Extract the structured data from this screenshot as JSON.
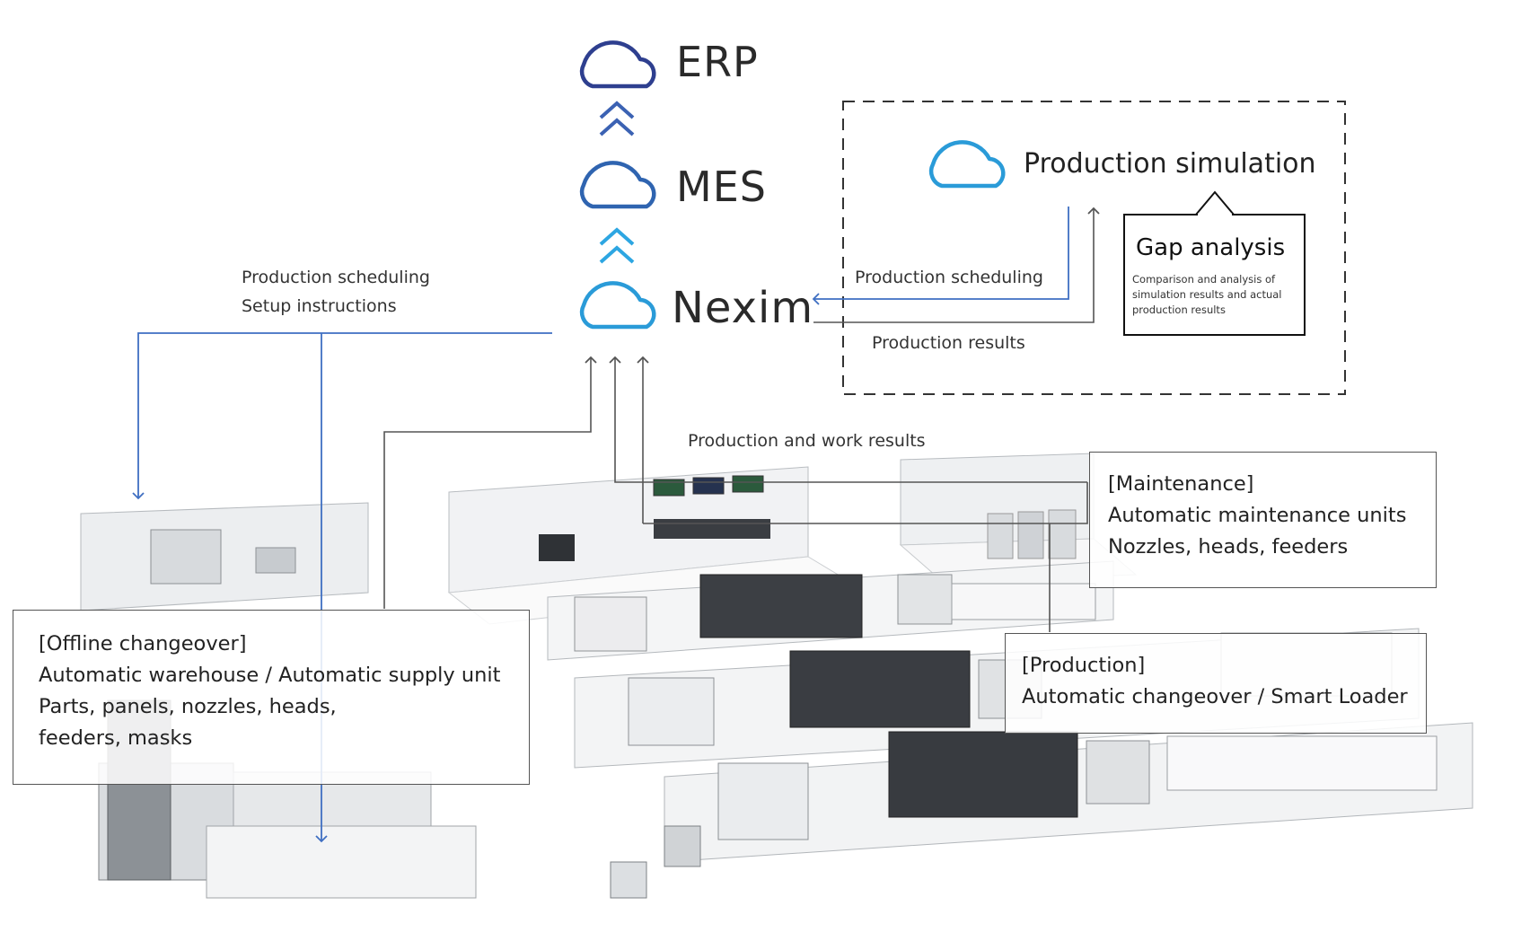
{
  "systems": {
    "erp": {
      "label": "ERP",
      "icon": "cloud-icon",
      "color": "#2e3f8f"
    },
    "mes": {
      "label": "MES",
      "icon": "cloud-icon",
      "color": "#2f64b0"
    },
    "nexim": {
      "label": "Nexim",
      "icon": "cloud-icon",
      "color": "#2a9bd8"
    }
  },
  "simulation": {
    "title": "Production simulation",
    "icon": "cloud-icon",
    "color": "#2a9bd8",
    "scheduling_label": "Production scheduling",
    "results_label": "Production results",
    "gap": {
      "title": "Gap analysis",
      "desc_lines": [
        "Comparison and analysis of",
        "simulation results and actual",
        "production results"
      ]
    }
  },
  "left_flow": {
    "line1": "Production scheduling",
    "line2": "Setup instructions"
  },
  "work_results_label": "Production and work results",
  "callouts": {
    "maintenance": {
      "lines": [
        "[Maintenance]",
        "Automatic maintenance units",
        "Nozzles, heads, feeders"
      ]
    },
    "production": {
      "lines": [
        "[Production]",
        "Automatic changeover / Smart Loader"
      ]
    },
    "offline": {
      "lines": [
        "[Offline changeover]",
        "Automatic warehouse / Automatic supply unit",
        "Parts, panels, nozzles, heads,",
        "feeders, masks"
      ]
    }
  },
  "colors": {
    "blue_flow": "#3f6fc2",
    "gray_flow": "#555555",
    "chevron_dark": "#3b62b3",
    "chevron_light": "#2da6e2"
  }
}
